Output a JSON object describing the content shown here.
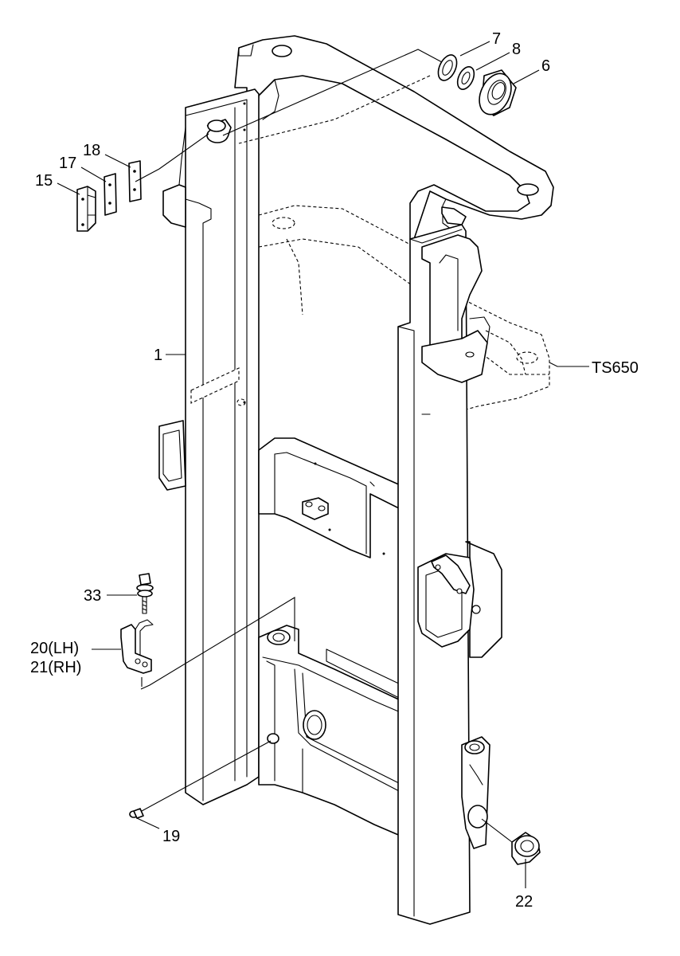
{
  "callouts": {
    "c7": "7",
    "c8": "8",
    "c6": "6",
    "c18": "18",
    "c17": "17",
    "c15": "15",
    "c1": "1",
    "c_ts650": "TS650",
    "c33": "33",
    "c20": "20(LH)",
    "c21": "21(RH)",
    "c19": "19",
    "c22": "22"
  }
}
